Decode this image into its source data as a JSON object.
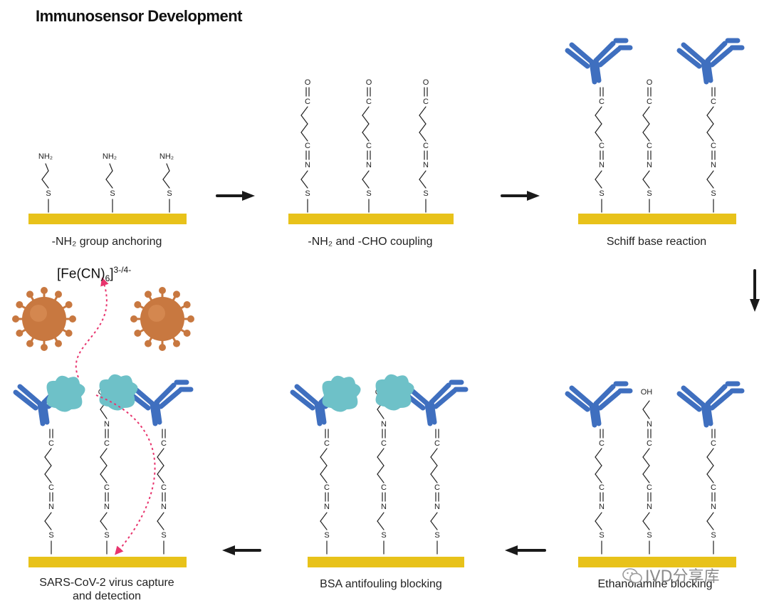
{
  "title": "Immunosensor Development",
  "captions": {
    "panel1": "-NH₂ group anchoring",
    "panel2": "-NH₂ and -CHO coupling",
    "panel3": "Schiff base reaction",
    "panel4_line1": "SARS-CoV-2 virus capture",
    "panel4_line2": "and detection",
    "panel5": "BSA antifouling blocking",
    "panel6": "Ethanolamine blocking"
  },
  "redox_probe": {
    "base": "[Fe(CN)",
    "subscript": "6",
    "close": "]",
    "superscript": "3-/4-"
  },
  "watermark": "IVD分享库",
  "atom_labels": {
    "sulfur": "S",
    "nitrogen": "N",
    "carbon": "C",
    "oxygen": "O",
    "amine": "NH₂",
    "hydroxyl": "OH"
  },
  "colors": {
    "gold_electrode": "#E8C21A",
    "antibody": "#3F6FBF",
    "bsa": "#6EC1C8",
    "virus": "#C87840",
    "redox_path": "#E8356E",
    "arrow": "#1a1a1a"
  }
}
